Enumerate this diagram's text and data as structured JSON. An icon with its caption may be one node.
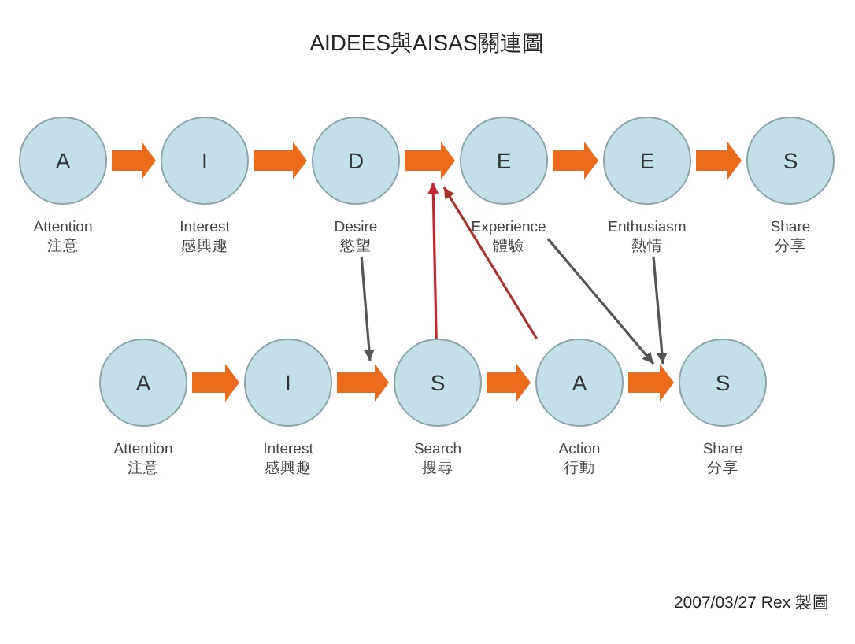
{
  "diagram": {
    "title": "AIDEES與AISAS關連圖",
    "nodes": [
      {
        "text": [
          "A"
        ],
        "beside": [
          "Attention 注意"
        ]
      },
      {
        "text": [
          "I"
        ],
        "beside": [
          "Interest 感興趣"
        ]
      },
      {
        "text": [
          "D"
        ],
        "beside": [
          "Desire 慾望"
        ]
      },
      {
        "text": [
          "E"
        ],
        "beside": [
          "Experience 體驗"
        ]
      },
      {
        "text": [
          "E"
        ],
        "beside": [
          "Enthusiasm 熱情"
        ]
      },
      {
        "text": [
          "S"
        ],
        "beside": [
          "Share 分享"
        ]
      },
      {
        "text": [
          "A"
        ],
        "beside": [
          "Attention 注意"
        ]
      },
      {
        "text": [
          "I"
        ],
        "beside": [
          "Interest 感興趣"
        ]
      },
      {
        "text": [
          "S"
        ],
        "beside": [
          "Search 搜尋"
        ]
      },
      {
        "text": [
          "A"
        ],
        "beside": [
          "Action 行動"
        ]
      },
      {
        "text": [
          "S"
        ],
        "beside": [
          "Share 分享"
        ]
      }
    ],
    "edges": [
      {
        "from": 0,
        "to": 1,
        "arrow": "to"
      },
      {
        "from": 1,
        "to": 2,
        "arrow": "to"
      },
      {
        "from": 2,
        "to": 3,
        "arrow": "to"
      },
      {
        "from": 3,
        "to": 4,
        "arrow": "to"
      },
      {
        "from": 4,
        "to": 5,
        "arrow": "to"
      },
      {
        "from": 6,
        "to": 7,
        "arrow": "to"
      },
      {
        "from": 7,
        "to": 8,
        "arrow": "to"
      },
      {
        "from": 8,
        "to": 9,
        "arrow": "to"
      },
      {
        "from": 9,
        "to": 10,
        "arrow": "to"
      },
      {
        "from": 2,
        "to": 8,
        "arrow": "to",
        "color": "#555555"
      },
      {
        "from": 8,
        "to": 3,
        "arrow": "to",
        "color": "#c0282d"
      },
      {
        "from": 9,
        "to": 3,
        "arrow": "to",
        "color": "#a8322a"
      },
      {
        "from": 3,
        "to": 10,
        "arrow": "to",
        "color": "#555555"
      },
      {
        "from": 4,
        "to": 10,
        "arrow": "to",
        "color": "#555555"
      }
    ],
    "labels": [
      "2007/03/27 Rex 製圖"
    ]
  }
}
